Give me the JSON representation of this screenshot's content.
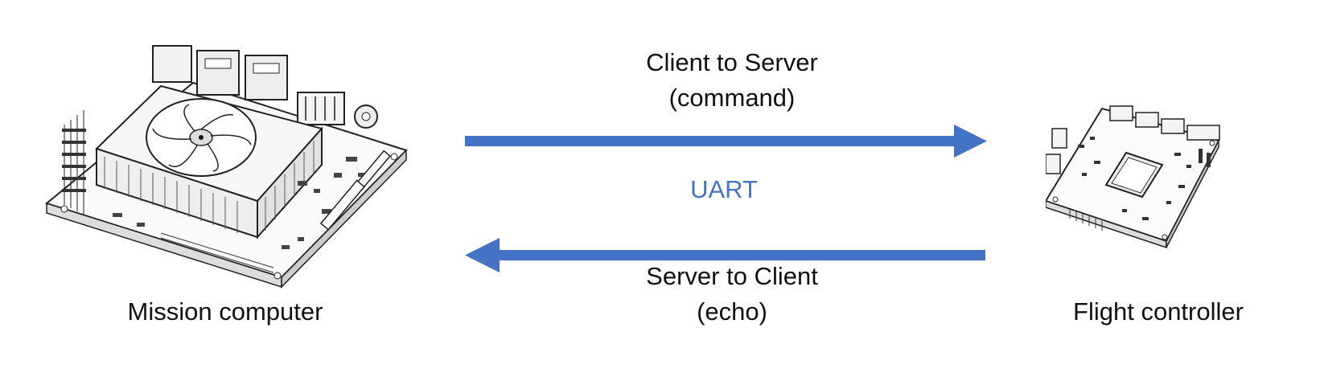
{
  "devices": {
    "mission_computer": {
      "label": "Mission computer"
    },
    "flight_controller": {
      "label": "Flight controller"
    }
  },
  "links": {
    "client_to_server": {
      "line1": "Client to Server",
      "line2": "(command)"
    },
    "server_to_client": {
      "line1": "Server to Client",
      "line2": "(echo)"
    },
    "interface": {
      "label": "UART"
    }
  },
  "colors": {
    "arrow": "#4472c4",
    "interface_text": "#4472c4",
    "text": "#111111"
  },
  "icons": {
    "mission_computer": "circuit-board-with-fan-icon",
    "flight_controller": "circuit-board-icon"
  }
}
